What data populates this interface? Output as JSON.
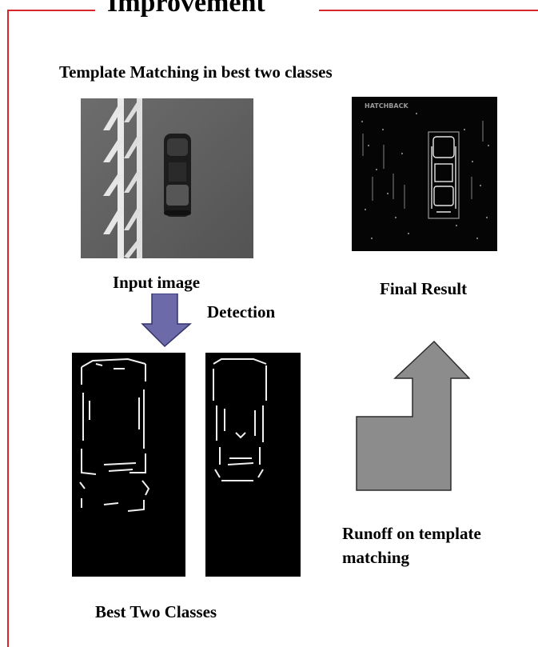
{
  "slide": {
    "title": "Improvement",
    "subtitle": "Template Matching in best two classes",
    "input_label": "Input image",
    "detection_label": "Detection",
    "final_label": "Final Result",
    "best_two_label": "Best Two Classes",
    "runoff_label_line1": "Runoff on template",
    "runoff_label_line2": "matching",
    "final_image_watermark": "HATCHBACK"
  },
  "colors": {
    "frame": "#d8262c",
    "down_arrow": "#6c6aa8",
    "corner_arrow": "#8c8c8c"
  }
}
